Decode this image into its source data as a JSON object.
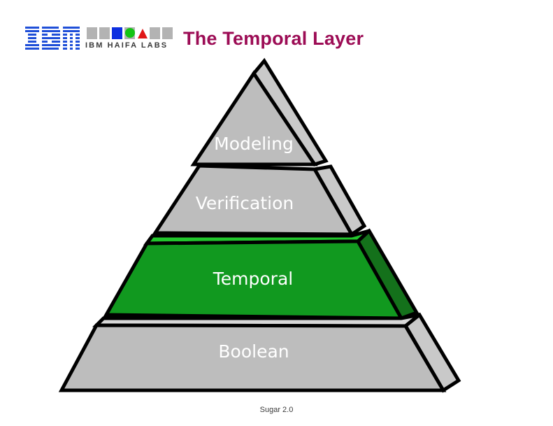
{
  "slide": {
    "title": "The Temporal Layer",
    "title_color": "#9c0c55",
    "background": "#ffffff",
    "footer": "Sugar 2.0"
  },
  "branding": {
    "ibm_logo": "ibm-logo",
    "ibm_logo_color": "#1f4fd8",
    "lab_wordmark": "IBM HAIFA LABS",
    "lab_swatches": [
      {
        "name": "swatch-gray-1",
        "shape": "square",
        "color": "#b3b3b3"
      },
      {
        "name": "swatch-gray-2",
        "shape": "square",
        "color": "#b3b3b3"
      },
      {
        "name": "swatch-blue",
        "shape": "square",
        "color": "#0d2fe0"
      },
      {
        "name": "swatch-circle-green",
        "shape": "circle",
        "color": "#13c413"
      },
      {
        "name": "swatch-triangle-red",
        "shape": "triangle",
        "color": "#e01616"
      },
      {
        "name": "swatch-gray-3",
        "shape": "square",
        "color": "#b3b3b3"
      },
      {
        "name": "swatch-gray-4",
        "shape": "square",
        "color": "#b3b3b3"
      }
    ]
  },
  "diagram": {
    "type": "layered-pyramid",
    "highlighted_layer": "Temporal",
    "outline_color": "#000000",
    "gray_front": "#bdbdbd",
    "gray_side": "#c9c9c9",
    "gray_top": "#d8d8d8",
    "green_front": "#11991f",
    "green_side": "#14711b",
    "green_top": "#22c62c",
    "layers": [
      {
        "label": "Modeling",
        "order": 1,
        "color": "#bdbdbd",
        "highlighted": false
      },
      {
        "label": "Verification",
        "order": 2,
        "color": "#bdbdbd",
        "highlighted": false
      },
      {
        "label": "Temporal",
        "order": 3,
        "color": "#11991f",
        "highlighted": true
      },
      {
        "label": "Boolean",
        "order": 4,
        "color": "#bdbdbd",
        "highlighted": false
      }
    ]
  }
}
